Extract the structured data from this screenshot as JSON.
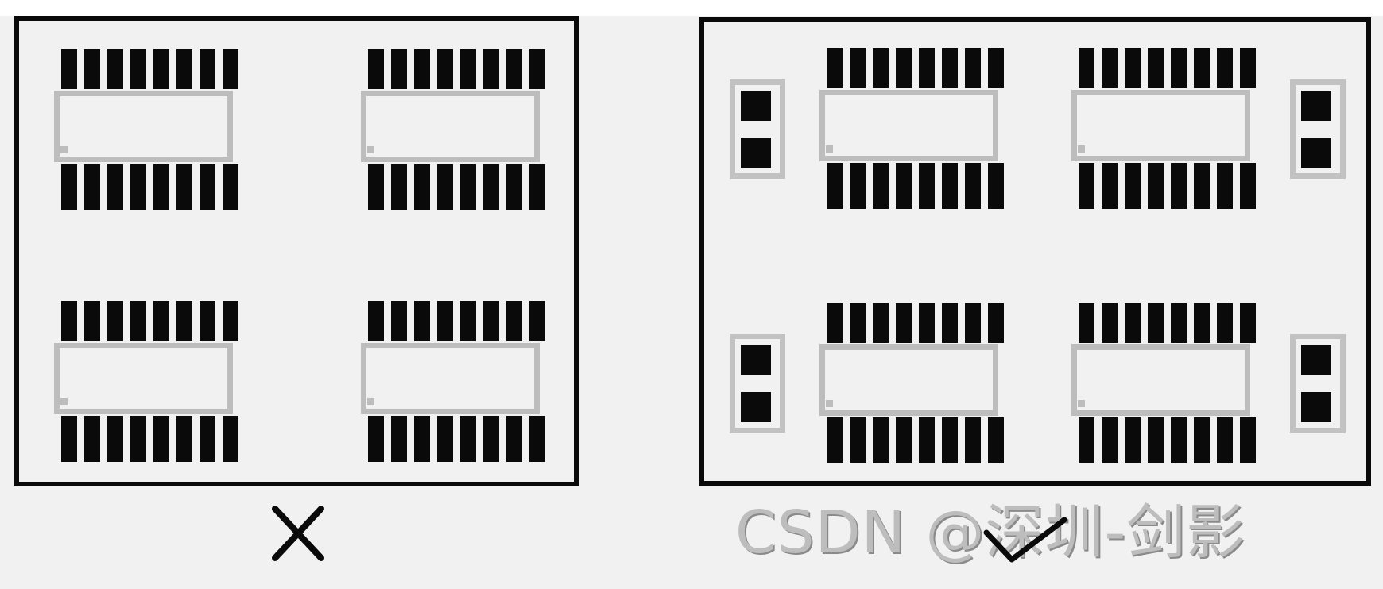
{
  "verdicts": {
    "left": "wrong",
    "right": "correct"
  },
  "icons": {
    "wrong_mark": "cross-mark-icon",
    "correct_mark": "check-mark-icon"
  },
  "colors": {
    "background": "#f1f1f1",
    "board_outline": "#0a0a0a",
    "pad": "#0a0a0a",
    "silkscreen": "#bdbdbd"
  },
  "watermark": {
    "text": "CSDN @深圳-剑影"
  }
}
